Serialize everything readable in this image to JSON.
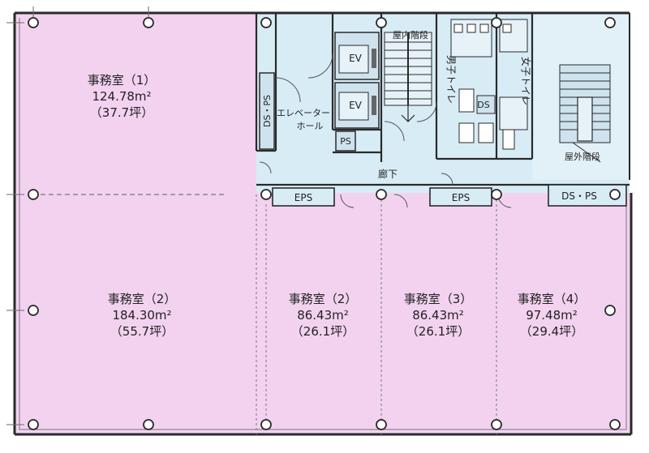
{
  "colors": {
    "office": "#f3d2f0",
    "core": "#d8ecf6",
    "wall": "#2a2a2a",
    "grid": "#6a6a6a"
  },
  "rooms": {
    "office1": {
      "name": "事務室（1）",
      "area": "124.78m²",
      "tsubo": "（37.7坪）"
    },
    "office2_left": {
      "name": "事務室（2）",
      "area": "184.30m²",
      "tsubo": "（55.7坪）"
    },
    "office2_mid": {
      "name": "事務室（2）",
      "area": "86.43m²",
      "tsubo": "（26.1坪）"
    },
    "office3": {
      "name": "事務室（3）",
      "area": "86.43m²",
      "tsubo": "（26.1坪）"
    },
    "office4": {
      "name": "事務室（4）",
      "area": "97.48m²",
      "tsubo": "（29.4坪）"
    }
  },
  "labels": {
    "ev_top": "EV",
    "ev_bottom": "EV",
    "ds_ps_left": "DS・PS",
    "elevator_hall_line1": "エレベーター",
    "elevator_hall_line2": "ホール",
    "ps": "PS",
    "indoor_stairs": "屋内階段",
    "mens_toilet": "男子トイレ",
    "womens_toilet": "女子トイレ",
    "ds": "DS",
    "outdoor_stairs": "屋外階段",
    "corridor": "廊下",
    "eps_left": "EPS",
    "eps_right": "EPS",
    "ds_ps_right": "DS・PS"
  }
}
